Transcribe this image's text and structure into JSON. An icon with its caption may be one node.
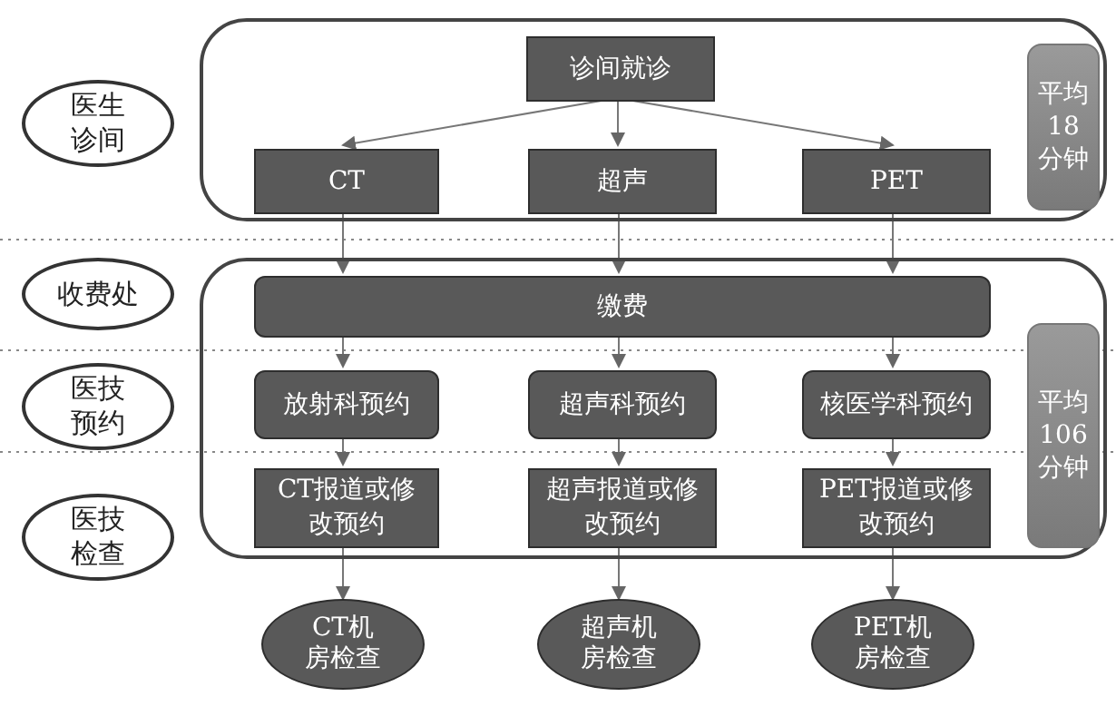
{
  "diagram": {
    "nodes": [
      {
        "text": [
          "医生诊间"
        ]
      },
      {
        "text": [],
        "shape": "box"
      },
      {
        "text": [
          "诊间就诊"
        ],
        "in": 1
      },
      {
        "text": [
          "CT"
        ],
        "in": 1
      },
      {
        "text": [
          "超声"
        ],
        "in": 1
      },
      {
        "text": [
          "PET"
        ],
        "in": 1
      },
      {
        "text": [
          "平均18分钟"
        ],
        "in": 1
      },
      {
        "text": [
          "收费处"
        ]
      },
      {
        "text": [],
        "shape": "box"
      },
      {
        "text": [
          "缴费"
        ],
        "in": 8
      },
      {
        "text": [
          "医技预约"
        ]
      },
      {
        "text": [
          "放射科预约"
        ],
        "in": 8
      },
      {
        "text": [
          "超声科预约"
        ],
        "in": 8
      },
      {
        "text": [
          "核医学科预约"
        ],
        "in": 8
      },
      {
        "text": [
          "平均106分钟"
        ],
        "in": 8
      },
      {
        "text": [
          "医技检查"
        ]
      },
      {
        "text": [
          "CT报道或修改预约"
        ],
        "in": 8
      },
      {
        "text": [
          "超声报道或修改预约"
        ],
        "in": 8
      },
      {
        "text": [
          "PET报道或修改预约"
        ],
        "in": 8
      },
      {
        "text": [
          "CT机房检查"
        ]
      },
      {
        "text": [
          "超声机房检查"
        ]
      },
      {
        "text": [
          "PET机房检查"
        ]
      }
    ],
    "edges": [
      {
        "from": 2,
        "to": 3,
        "arrow": "to"
      },
      {
        "from": 2,
        "to": 4,
        "arrow": "to"
      },
      {
        "from": 2,
        "to": 5,
        "arrow": "to"
      },
      {
        "from": 3,
        "to": 9,
        "arrow": "to"
      },
      {
        "from": 4,
        "to": 9,
        "arrow": "to"
      },
      {
        "from": 5,
        "to": 9,
        "arrow": "to"
      },
      {
        "from": 9,
        "to": 11,
        "arrow": "to"
      },
      {
        "from": 9,
        "to": 12,
        "arrow": "to"
      },
      {
        "from": 9,
        "to": 13,
        "arrow": "to"
      },
      {
        "from": 11,
        "to": 16,
        "arrow": "to"
      },
      {
        "from": 12,
        "to": 17,
        "arrow": "to"
      },
      {
        "from": 13,
        "to": 18,
        "arrow": "to"
      },
      {
        "from": 16,
        "to": 19,
        "arrow": "to"
      },
      {
        "from": 17,
        "to": 20,
        "arrow": "to"
      },
      {
        "from": 18,
        "to": 21,
        "arrow": "to"
      }
    ]
  }
}
